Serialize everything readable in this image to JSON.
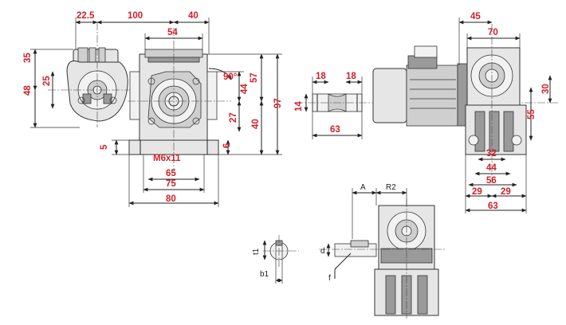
{
  "colors": {
    "dimension": "#d0202a",
    "outline": "#222222",
    "body": "#e6e6e6"
  },
  "dims": {
    "d22_5": "22.5",
    "d100": "100",
    "d40_top": "40",
    "d54": "54",
    "d35": "35",
    "d48": "48",
    "d25": "25",
    "d90": "90°",
    "d44_v": "44",
    "d57": "57",
    "d97": "97",
    "d27": "27",
    "d40_v": "40",
    "d6": "6",
    "d5": "5",
    "m6x11": "M6x11",
    "d65": "65",
    "d75": "75",
    "d80": "80",
    "d18_a": "18",
    "d18_b": "18",
    "d14": "14",
    "d63_shaft": "63",
    "d45": "45",
    "d70": "70",
    "d30": "30",
    "d55": "55",
    "d32": "32",
    "d44_h": "44",
    "d56": "56",
    "d29_a": "29",
    "d29_b": "29",
    "d63_right": "63"
  },
  "labels": {
    "A": "A",
    "R2": "R2",
    "d": "d",
    "t1": "t1",
    "b1": "b1",
    "f": "f"
  }
}
